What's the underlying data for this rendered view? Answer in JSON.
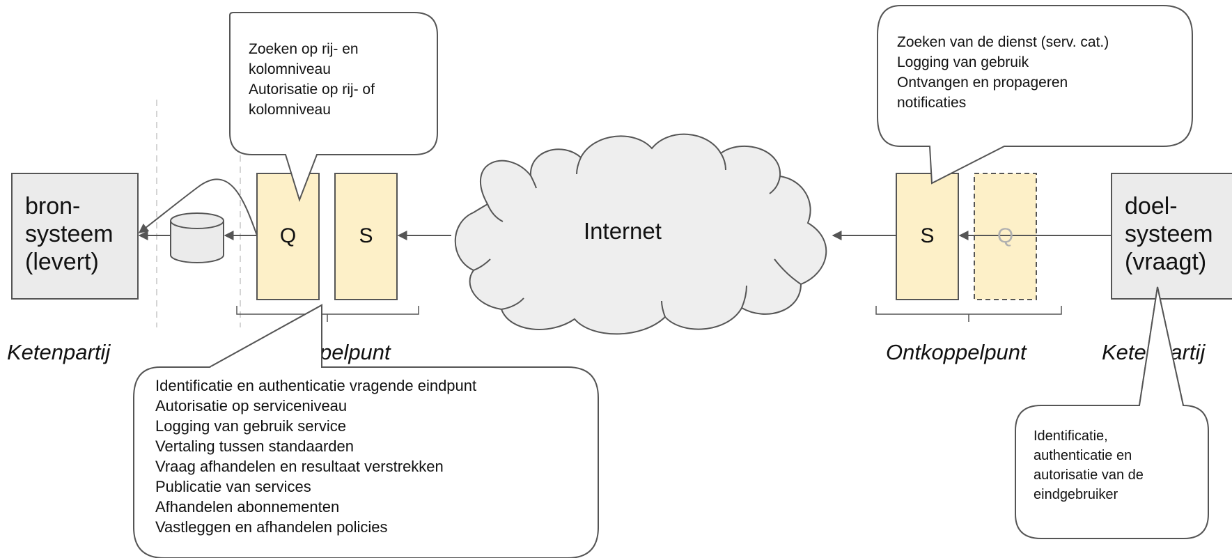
{
  "colors": {
    "system_fill": "#ebebeb",
    "component_fill": "#fdf0c8",
    "cloud_fill": "#eeeeee",
    "stroke": "#555555",
    "faded_text": "#b0b0b0",
    "guide_line": "#d4d4d4"
  },
  "source_system": {
    "label": "bron-\nsysteem\n(levert)"
  },
  "target_system": {
    "label": "doel-\nsysteem\n(vraagt)"
  },
  "left_point": {
    "q_label": "Q",
    "s_label": "S"
  },
  "right_point": {
    "s_label": "S",
    "q_label": "Q"
  },
  "internet_label": "Internet",
  "parties": {
    "left": "Ketenpartij",
    "left_point": "Ontkoppelpunt",
    "right_point": "Ontkoppelpunt",
    "right": "Ketenpartij"
  },
  "callouts": {
    "q_left": "Zoeken op rij- en\nkolomniveau\nAutorisatie op rij- of\nkolomniveau",
    "s_right": "Zoeken van de dienst (serv. cat.)\nLogging van gebruik\nOntvangen en propageren\nnotificaties",
    "left_point": "Identificatie en authenticatie vragende eindpunt\nAutorisatie op serviceniveau\nLogging van gebruik service\nVertaling tussen standaarden\nVraag afhandelen en resultaat verstrekken\nPublicatie van services\nAfhandelen abonnementen\nVastleggen en afhandelen policies",
    "target": "Identificatie,\nauthenticatie en\nautorisatie van de\neindgebruiker"
  }
}
